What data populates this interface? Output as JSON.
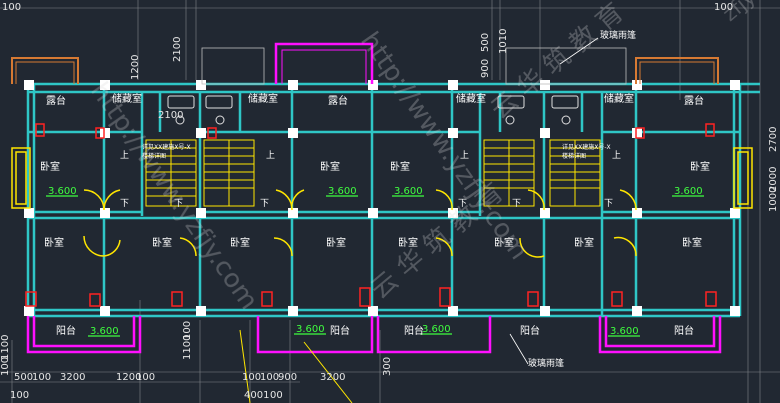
{
  "palette": {
    "background": "#212832",
    "wall": "#2fc6c6",
    "column": "#ffffff",
    "magenta": "#ff10ff",
    "orange": "#d77a33",
    "red": "#ff2222",
    "yellow": "#ffe600",
    "green": "#3fff3f",
    "dimension": "#e6e6e6",
    "room_text": "#ffffff"
  },
  "rooms": {
    "balcony_top_left": "露台",
    "storage_left": "储藏室",
    "storage_mid_left": "储藏室",
    "balcony_top_mid": "露台",
    "storage_mid_right": "储藏室",
    "storage_right": "储藏室",
    "balcony_top_right": "露台",
    "bedroom_left": "卧室",
    "bedroom_mid_left": "卧室",
    "bedroom_mid_right": "卧室",
    "bedroom_right": "卧室",
    "bedroom_low_1": "卧室",
    "bedroom_low_2": "卧室",
    "bedroom_low_3": "卧室",
    "bedroom_low_4": "卧室",
    "bedroom_low_5": "卧室",
    "bedroom_low_6": "卧室",
    "bedroom_low_7": "卧室",
    "bedroom_low_8": "卧室",
    "balcony_bottom_1": "阳台",
    "balcony_bottom_2": "阳台",
    "balcony_bottom_3": "阳台",
    "balcony_bottom_4": "阳台",
    "balcony_bottom_5": "阳台"
  },
  "stairs": {
    "up_left_1": "上",
    "up_left_2": "上",
    "down_left_1": "下",
    "down_left_2": "下",
    "down_left_3": "下",
    "up_right_1": "上",
    "up_right_2": "上",
    "down_right_1": "下",
    "down_right_2": "下",
    "down_right_3": "下"
  },
  "elevations": {
    "e1": "3.600",
    "e2": "3.600",
    "e3": "3.600",
    "e4": "3.600",
    "e5": "3.600",
    "e6": "3.600",
    "e7": "3.600",
    "e8": "3.600"
  },
  "annotations": {
    "glass_canopy_top": "玻璃雨篷",
    "glass_canopy_bottom": "玻璃雨篷",
    "stair_note_left_1": "详见XX建施X号-X",
    "stair_note_left_2": "楼梯详图",
    "stair_note_right_1": "详见XX建施X号-X",
    "stair_note_right_2": "楼梯详图"
  },
  "dimensions": {
    "top_left": "100",
    "top_1200": "1200",
    "top_2100": "2100",
    "top_2100_2": "2100",
    "top_900": "900",
    "top_500": "500",
    "top_1010": "1010",
    "top_100_right": "100",
    "right_2700": "2700",
    "right_2000": "2000",
    "right_1000": "1000",
    "left_1100": "1100",
    "left_100": "100",
    "mid_1100": "1100",
    "mid_100": "100",
    "bottom_500": "500",
    "bottom_100a": "100",
    "bottom_3200a": "3200",
    "bottom_1200": "1200",
    "bottom_100b": "100",
    "bottom_100c": "100",
    "bottom_100d": "100",
    "bottom_900": "900",
    "bottom_3200b": "3200",
    "bottom_300": "300",
    "bottom_100e": "100",
    "bottom_4001": "4001",
    "bottom_00": "00"
  },
  "watermark": {
    "text1": "http://www.yzfjy.com",
    "text2": "云 华 筑 教 育",
    "corner": "zfjy"
  }
}
